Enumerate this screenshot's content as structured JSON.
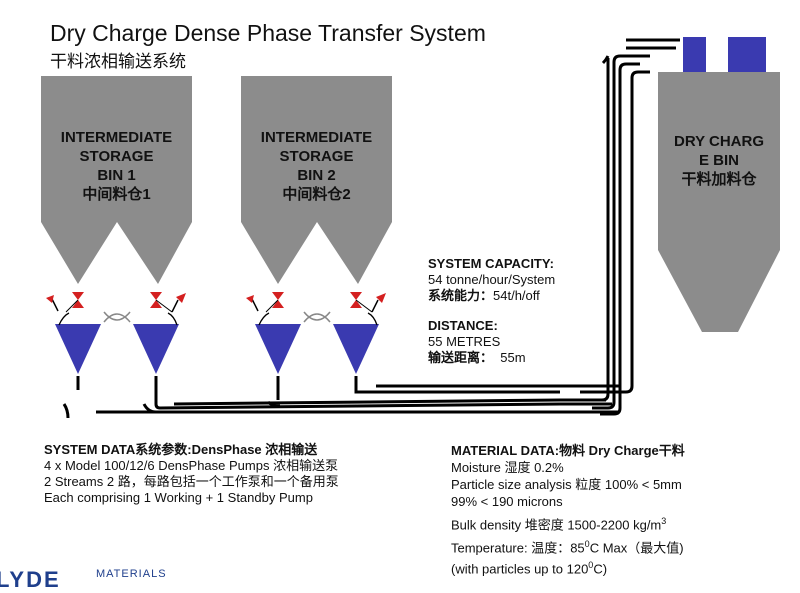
{
  "title": "Dry Charge Dense Phase Transfer System",
  "subtitle": "干料浓相输送系统",
  "bins": [
    {
      "lines": [
        "INTERMEDIATE",
        "STORAGE",
        "BIN 1",
        "中间料仓1"
      ]
    },
    {
      "lines": [
        "INTERMEDIATE",
        "STORAGE",
        "BIN 2",
        "中间料仓2"
      ]
    },
    {
      "lines": [
        "DRY CHARG",
        "E BIN",
        "干料加料仓"
      ]
    }
  ],
  "capacity": {
    "heading": "SYSTEM CAPACITY:",
    "value": "54 tonne/hour/System",
    "cn_label": "系统能力：",
    "cn_value": "54t/h/off"
  },
  "distance": {
    "heading": "DISTANCE:",
    "value": "55 METRES",
    "cn_label": "输送距离：",
    "cn_value": "55m"
  },
  "system_data": {
    "heading": "SYSTEM DATA系统参数:DensPhase 浓相输送",
    "lines": [
      "4 x Model 100/12/6 DensPhase Pumps  浓相输送泵",
      "2 Streams   2 路，每路包括一个工作泵和一个备用泵",
      "Each comprising 1 Working + 1 Standby Pump"
    ]
  },
  "material_data": {
    "heading": "MATERIAL DATA:物料 Dry Charge干料",
    "moisture": "Moisture 湿度 0.2%",
    "psa1": "Particle size analysis 粒度 100% < 5mm",
    "psa2": "99% < 190 microns",
    "bulk": "Bulk density 堆密度 1500-2200 kg/m",
    "bulk_sup": "3",
    "temp_a": "Temperature: 温度：85",
    "temp_sup": "0",
    "temp_b": "C Max（最大值)",
    "temp2_a": "(with particles up to 120",
    "temp2_sup": "0",
    "temp2_b": "C)"
  },
  "logo": {
    "main": "LYDE",
    "sub": "MATERIALS"
  },
  "colors": {
    "bin": "#8c8c8c",
    "pump": "#3a3ab0",
    "valve": "#d42020",
    "pipe": "#000000"
  }
}
